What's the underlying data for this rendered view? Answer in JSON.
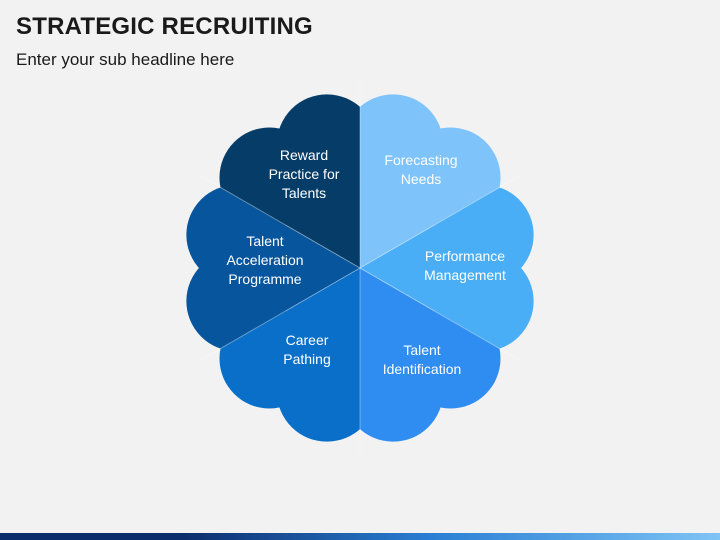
{
  "header": {
    "title": "STRATEGIC RECRUITING",
    "subtitle": "Enter your sub headline here"
  },
  "diagram": {
    "petals": [
      {
        "id": "forecasting",
        "lines": [
          "Forecasting",
          "Needs"
        ],
        "color": "#7fc3fb",
        "text_color": "#1a2a3a"
      },
      {
        "id": "performance",
        "lines": [
          "Performance",
          "Management"
        ],
        "color": "#4aaef6",
        "text_color": "#ffffff"
      },
      {
        "id": "identification",
        "lines": [
          "Talent",
          "Identification"
        ],
        "color": "#2f8cf0",
        "text_color": "#ffffff"
      },
      {
        "id": "career",
        "lines": [
          "Career",
          "Pathing"
        ],
        "color": "#0a6fc8",
        "text_color": "#ffffff"
      },
      {
        "id": "acceleration",
        "lines": [
          "Talent",
          "Acceleration",
          "Programme"
        ],
        "color": "#07559c",
        "text_color": "#ffffff"
      },
      {
        "id": "reward",
        "lines": [
          "Reward",
          "Practice for",
          "Talents"
        ],
        "color": "#063d68",
        "text_color": "#ffffff"
      }
    ]
  },
  "footer_colors": [
    "#0c2d6b",
    "#2a7fd4",
    "#7fc4f5"
  ]
}
